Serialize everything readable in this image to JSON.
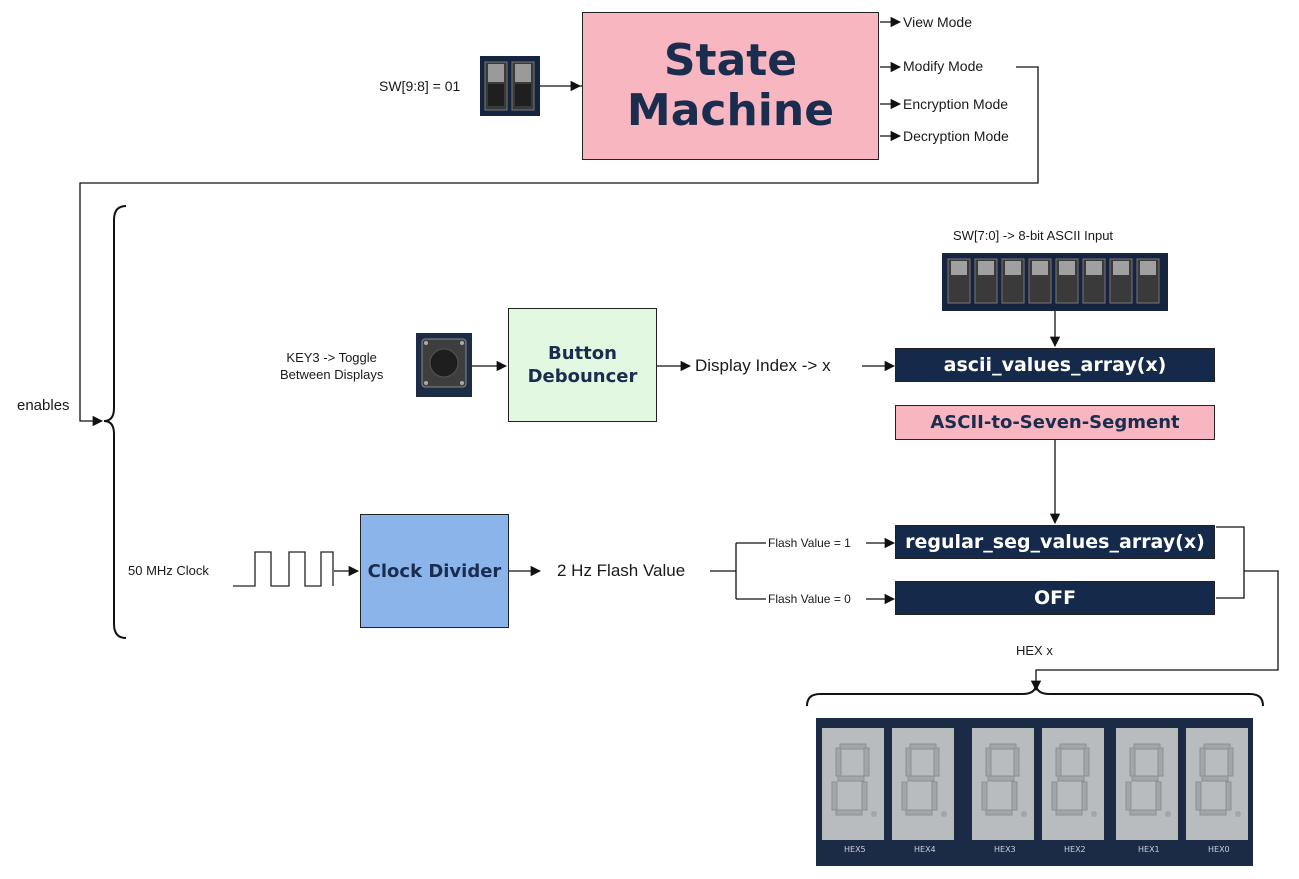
{
  "colors": {
    "state_machine_fill": "#f8b6c1",
    "debouncer_fill": "#e2f8e0",
    "clock_divider_fill": "#8ab4ea",
    "dark_box_fill": "#15294a",
    "ascii_box_fill": "#f8b6c1",
    "title_text": "#1b2d4f"
  },
  "state_machine": {
    "title_line1": "State",
    "title_line2": "Machine",
    "input_label": "SW[9:8] = 01",
    "outputs": [
      "View Mode",
      "Modify Mode",
      "Encryption Mode",
      "Decryption Mode"
    ]
  },
  "enables_label": "enables",
  "button_path": {
    "key_label_line1": "KEY3 -> Toggle",
    "key_label_line2": "Between Displays",
    "debouncer_line1": "Button",
    "debouncer_line2": "Debouncer",
    "index_label": "Display Index -> x"
  },
  "ascii_path": {
    "switch_label": "SW[7:0] -> 8-bit ASCII Input",
    "ascii_array": "ascii_values_array(x)",
    "converter": "ASCII-to-Seven-Segment"
  },
  "clock_path": {
    "clock_label": "50 MHz Clock",
    "divider": "Clock Divider",
    "flash_label": "2 Hz Flash Value",
    "flash_one": "Flash Value = 1",
    "flash_zero": "Flash Value = 0",
    "seg_array": "regular_seg_values_array(x)",
    "off": "OFF"
  },
  "hex_label": "HEX x",
  "hex_display_names": [
    "HEX5",
    "HEX4",
    "HEX3",
    "HEX2",
    "HEX1",
    "HEX0"
  ],
  "icons": [
    "slide-switch-icon",
    "push-button-icon",
    "square-wave-icon",
    "seven-segment-display-icon"
  ]
}
